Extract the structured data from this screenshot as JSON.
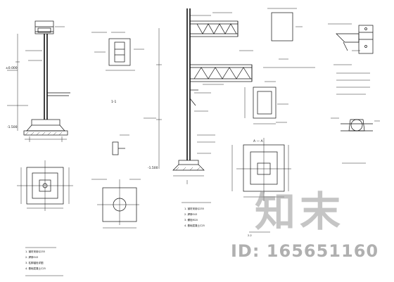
{
  "watermark": {
    "brand": "知末",
    "id_text": "ID: 165651160"
  },
  "drawing": {
    "elevation_marks": {
      "left_top": "±0.000",
      "left_base": "-1.500",
      "mid_base": "-1.500"
    },
    "captions": {
      "section_1_1": "1-1",
      "section_a_a": "A — A",
      "section_2_2": "2-2"
    },
    "notes_left": [
      "1. 钢材采用Q235",
      "2. 焊条E43",
      "3. 柱脚锚栓详图",
      "4. 基础混凝土C25"
    ],
    "notes_mid": [
      "1. 钢材采用Q235",
      "2. 焊条E43",
      "3. 螺栓M20",
      "4. 基础混凝土C25"
    ]
  }
}
